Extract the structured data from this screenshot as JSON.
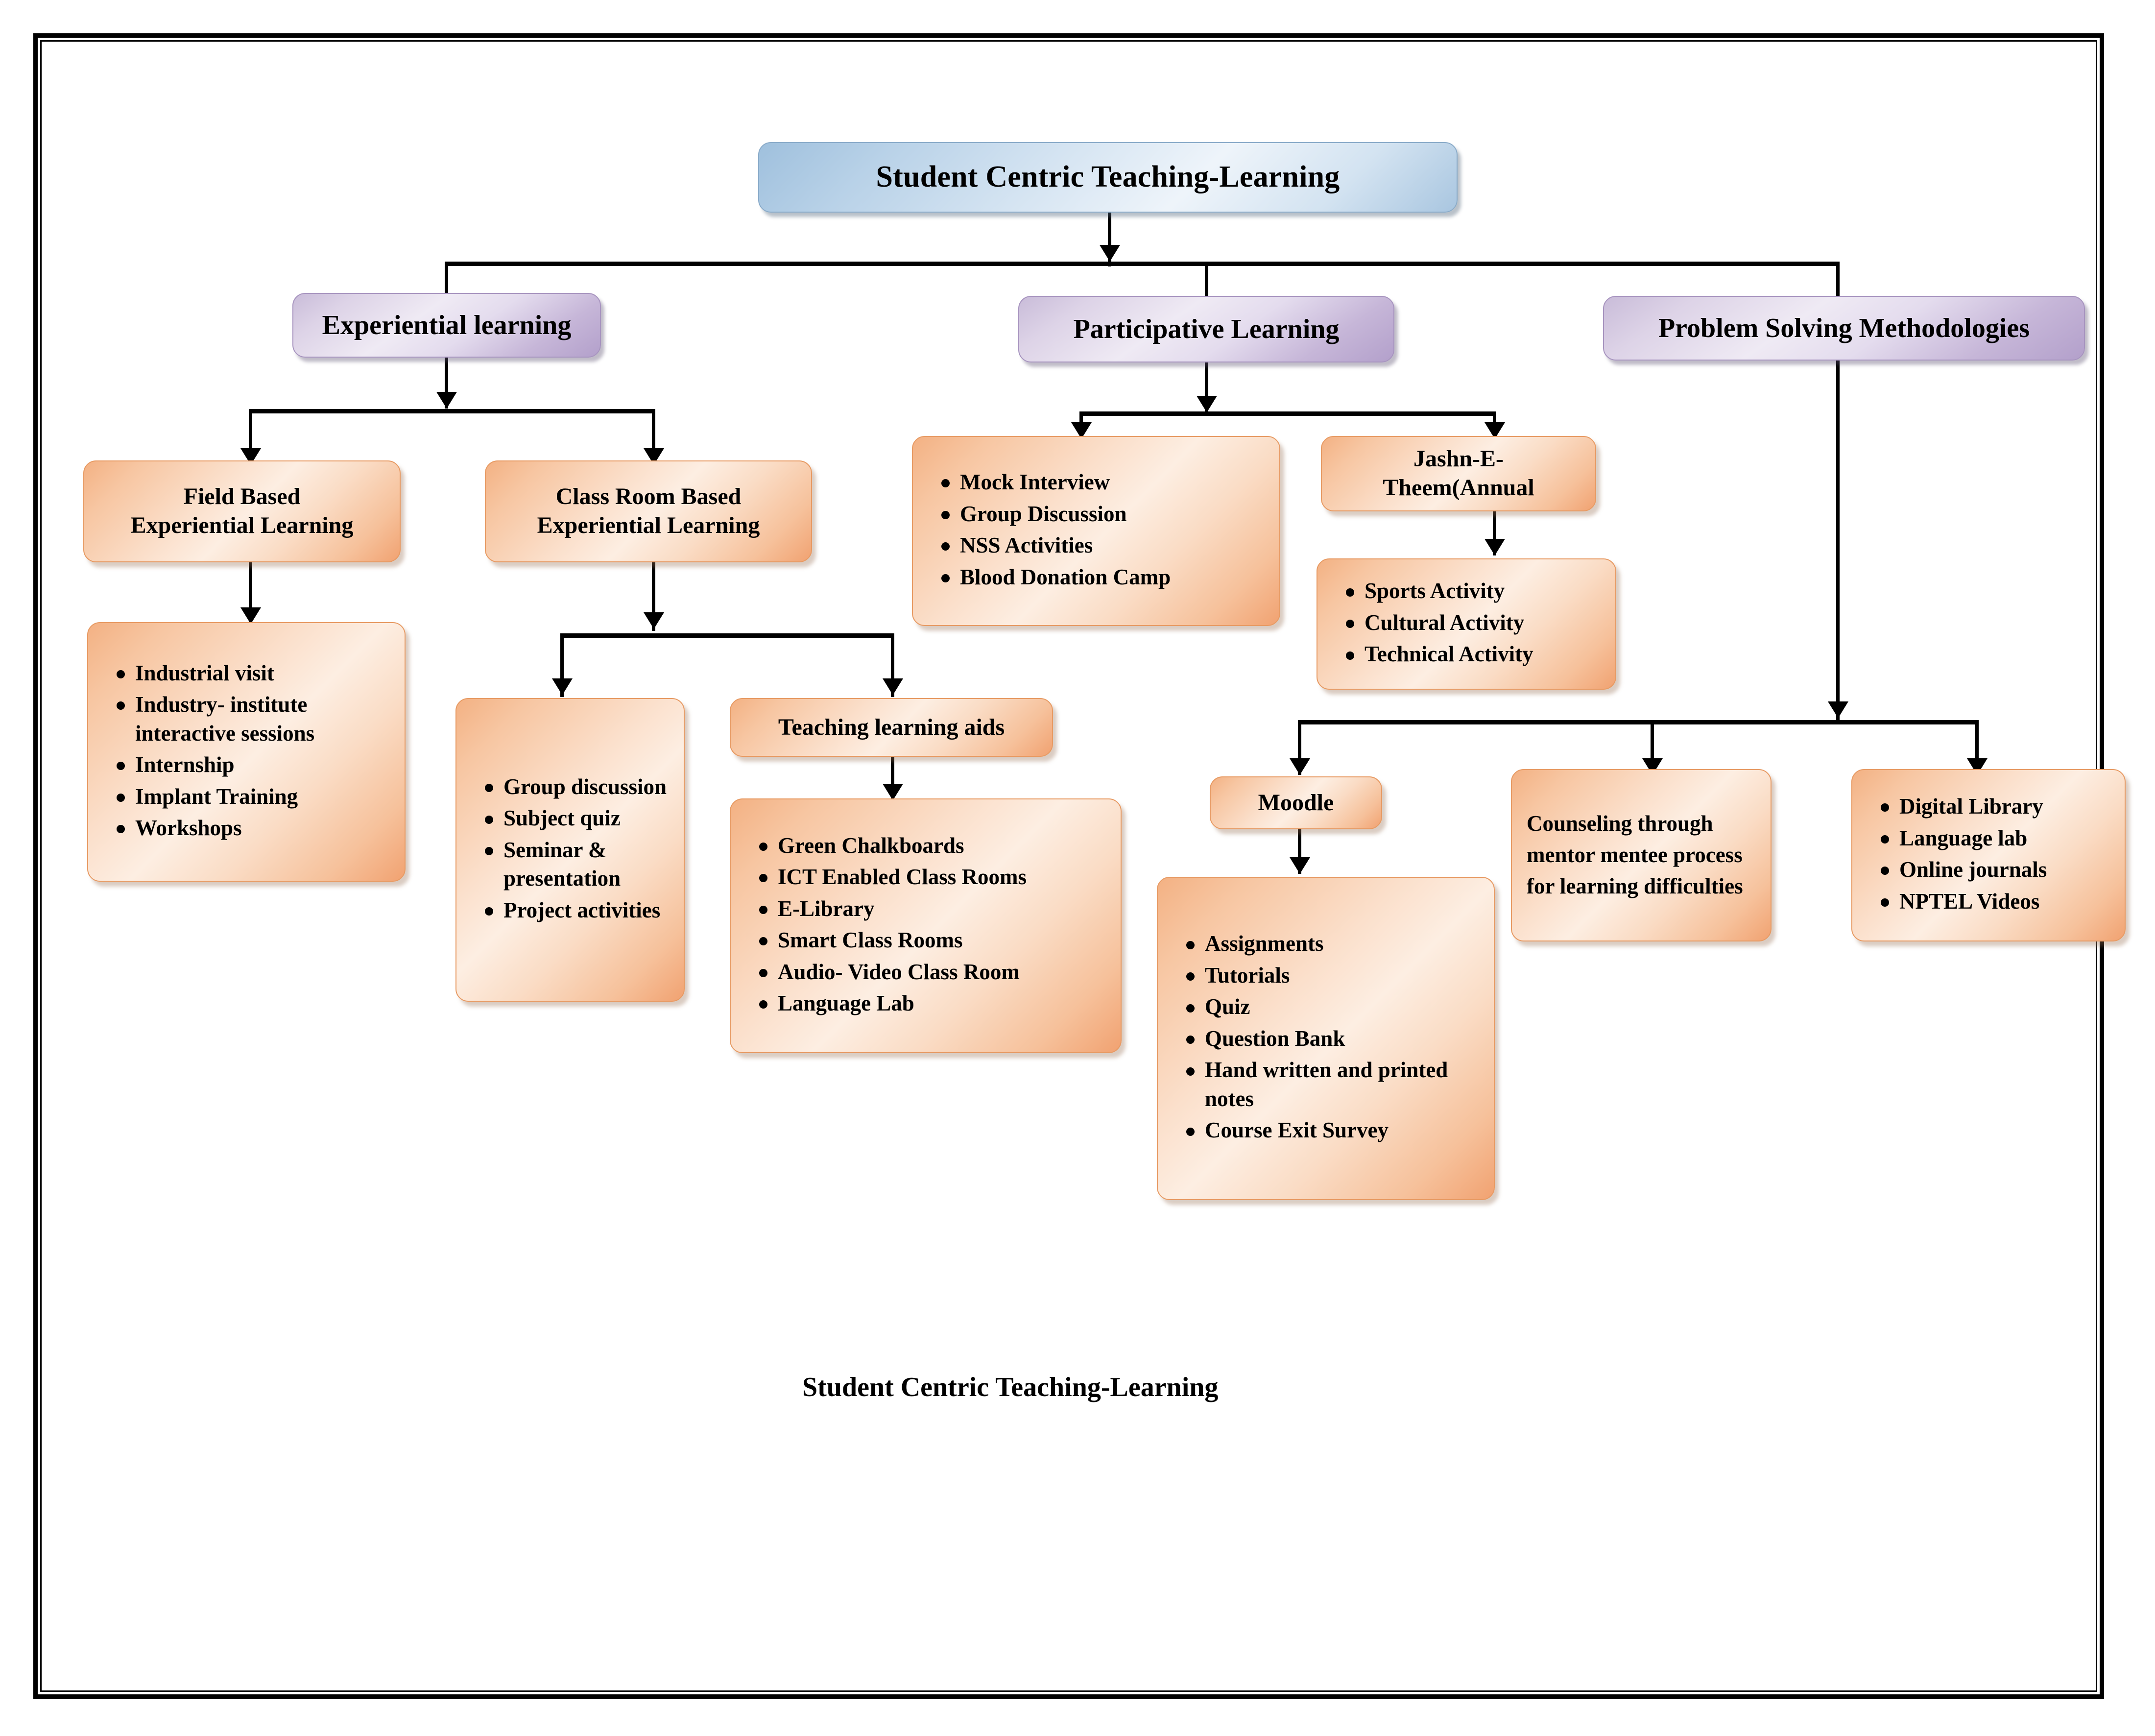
{
  "diagram": {
    "root": {
      "label": "Student Centric Teaching-Learning"
    },
    "branches": {
      "experiential": {
        "label": "Experiential learning"
      },
      "participative": {
        "label": "Participative Learning"
      },
      "problem_solving": {
        "label": "Problem Solving Methodologies"
      }
    },
    "nodes": {
      "field_based": {
        "label": "Field Based\nExperiential Learning"
      },
      "classroom_based": {
        "label": "Class Room Based\nExperiential Learning"
      },
      "teaching_aids": {
        "label": "Teaching learning aids"
      },
      "jashn": {
        "label": "Jashn-E-\nTheem(Annual"
      },
      "moodle": {
        "label": "Moodle"
      },
      "counseling": {
        "label": "Counseling through mentor mentee process for learning difficulties"
      }
    },
    "lists": {
      "field_based_items": [
        "Industrial visit",
        "Industry- institute interactive sessions",
        "Internship",
        "Implant Training",
        "Workshops"
      ],
      "classroom_items": [
        "Group discussion",
        "Subject quiz",
        "Seminar & presentation",
        "Project activities"
      ],
      "teaching_aids_items": [
        "Green Chalkboards",
        "ICT Enabled Class Rooms",
        "E-Library",
        "Smart Class Rooms",
        "Audio- Video Class Room",
        "Language Lab"
      ],
      "participative_items": [
        "Mock Interview",
        "Group Discussion",
        "NSS Activities",
        "Blood Donation Camp"
      ],
      "jashn_items": [
        "Sports Activity",
        "Cultural Activity",
        "Technical Activity"
      ],
      "moodle_items": [
        "Assignments",
        "Tutorials",
        "Quiz",
        "Question Bank",
        "Hand written and printed notes",
        "Course Exit Survey"
      ],
      "problem_solving_items": [
        "Digital Library",
        "Language lab",
        "Online journals",
        "NPTEL Videos"
      ]
    },
    "caption": "Student Centric Teaching-Learning",
    "colors": {
      "root_fill": "#cfe0f0",
      "branch_fill": "#ddd3e7",
      "node_fill": "#fbe0cc",
      "node_border": "#e79a63",
      "connector": "#000000",
      "frame": "#000000"
    }
  }
}
